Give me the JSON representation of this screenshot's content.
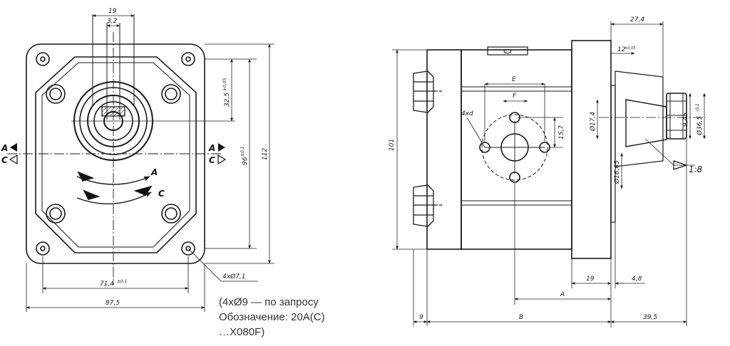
{
  "front_view": {
    "dims": {
      "top_width": "19",
      "key_width": "3,2",
      "flange_vertical": "32,5",
      "flange_vertical_tol": "±0,05",
      "bolt_span_vertical": "96",
      "bolt_span_vertical_tol": "±0,1",
      "overall_height": "112",
      "bolt_span_horizontal": "71,4",
      "bolt_span_horizontal_tol": "±0,1",
      "overall_width": "87,5",
      "hole_callout": "4xØ7,1"
    },
    "labels": {
      "section_left_a": "A",
      "section_left_c": "C",
      "section_right_a": "A",
      "section_right_c": "C",
      "rotation_a": "A",
      "rotation_c": "C"
    }
  },
  "side_view": {
    "dims": {
      "overall_height": "101",
      "port_e": "E",
      "port_f": "F",
      "port_holes": "4xd",
      "port_offset": "15,7",
      "shaft_diameter": "Ø17,4",
      "shaft_small": "Ø16,65",
      "thread_width": "9,45",
      "thread_diameter": "Ø36,5",
      "thread_tol": "-0,1",
      "taper": "1:8",
      "shaft_len_total": "27,4",
      "shaft_len_part": "12",
      "shaft_len_part_tol": "±0,05",
      "flange_to_shaft": "19",
      "step": "4,8",
      "dim_a": "A",
      "left_offset": "9",
      "dim_b": "B",
      "right_len": "39,5"
    }
  },
  "note": {
    "line1": "(4xØ9 — по запросу",
    "line2": "Обозначение: 20A(C)",
    "line3": "…X080F)"
  }
}
